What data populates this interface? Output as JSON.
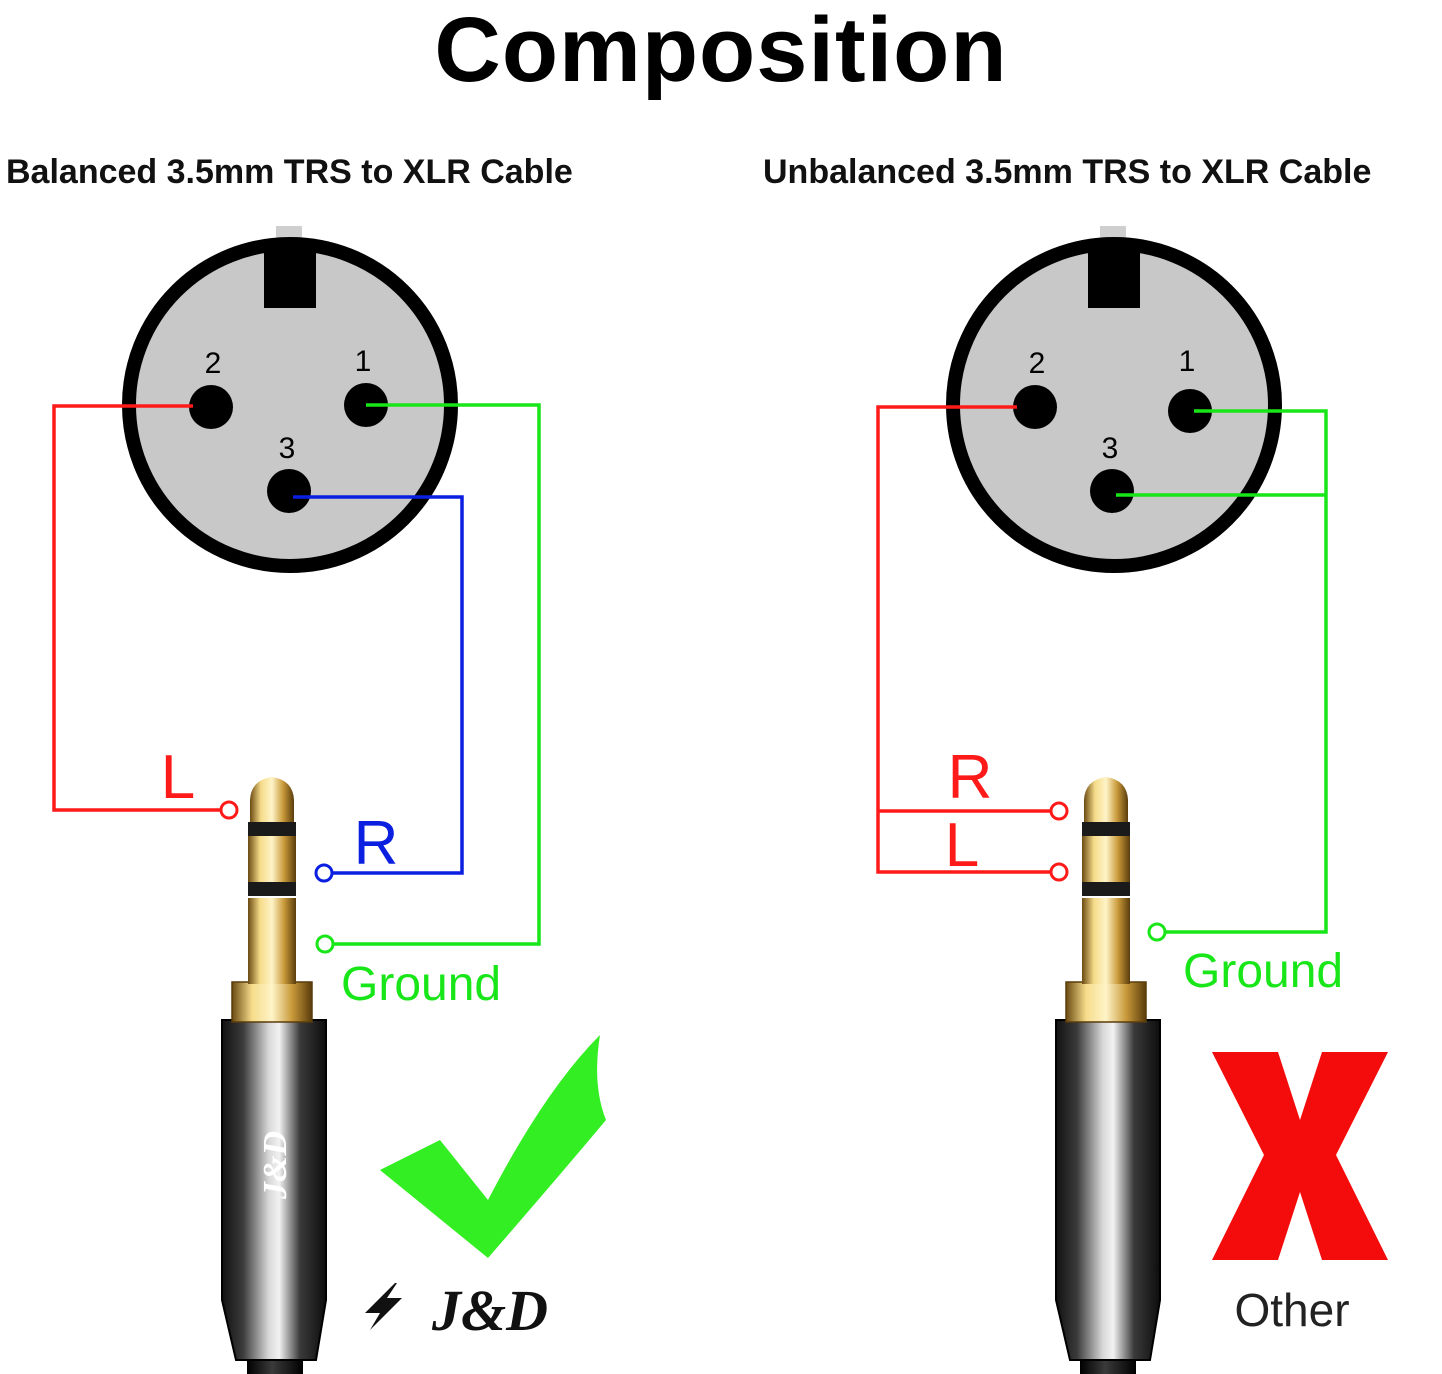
{
  "title": "Composition",
  "colors": {
    "wire_red": "#ff1a1a",
    "wire_blue": "#0a1fe0",
    "wire_green": "#19e619",
    "xlr_face": "#c8c8c8",
    "check_green": "#33ee22",
    "cross_red": "#f40c0c"
  },
  "panels": {
    "balanced": {
      "title": "Balanced 3.5mm TRS to XLR Cable",
      "xlr_pins": {
        "pin2": "2",
        "pin1": "1",
        "pin3": "3"
      },
      "labels": {
        "left": "L",
        "right": "R",
        "ground": "Ground"
      },
      "verdict_icon": "check-mark-icon",
      "brand_text": "J&D"
    },
    "unbalanced": {
      "title": "Unbalanced 3.5mm TRS to XLR Cable",
      "xlr_pins": {
        "pin2": "2",
        "pin1": "1",
        "pin3": "3"
      },
      "labels": {
        "right": "R",
        "left": "L",
        "ground": "Ground"
      },
      "verdict_icon": "cross-mark-icon",
      "verdict_label": "Other"
    }
  }
}
